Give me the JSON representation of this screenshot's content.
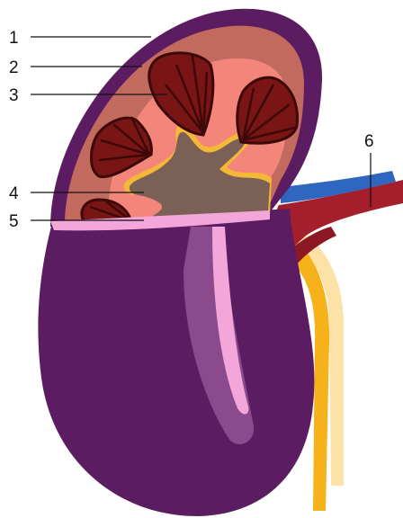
{
  "labels": [
    {
      "id": "1",
      "text": "1"
    },
    {
      "id": "2",
      "text": "2"
    },
    {
      "id": "3",
      "text": "3"
    },
    {
      "id": "4",
      "text": "4"
    },
    {
      "id": "5",
      "text": "5"
    },
    {
      "id": "6",
      "text": "6"
    }
  ],
  "colors": {
    "capsule": "#5c1c62",
    "cortex": "#c36a5f",
    "medulla_region": "#f4857a",
    "pyramid": "#7a1515",
    "pelvis": "#7a6055",
    "calyx_rim": "#f5b836",
    "ureter": "#f6b21a",
    "ureter_light": "#fde2a8",
    "artery": "#a41e2c",
    "vein": "#2f66c0",
    "cut_edge": "#f3a6d9"
  }
}
